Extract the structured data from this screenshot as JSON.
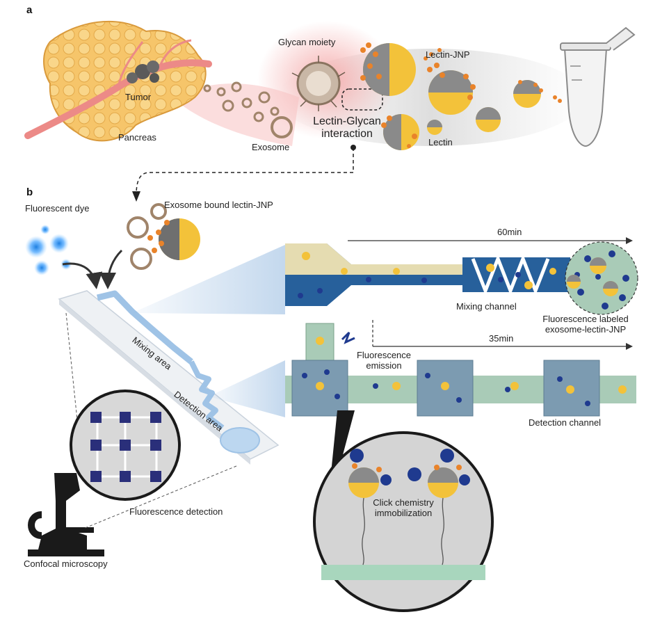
{
  "panel_a": {
    "letter": "a",
    "labels": {
      "tumor": "Tumor",
      "pancreas": "Pancreas",
      "exosome": "Exosome",
      "glycan": "Glycan moiety",
      "lectin_jnp": "Lectin-JNP",
      "interaction_line1": "Lectin-Glycan",
      "interaction_line2": "interaction",
      "lectin": "Lectin"
    }
  },
  "panel_b": {
    "letter": "b",
    "labels": {
      "fluorescent_dye": "Fluorescent dye",
      "exosome_bound": "Exosome bound lectin-JNP",
      "mixing_area": "Mixing area",
      "detection_area": "Detection area",
      "fluorescence_detection": "Fluorescence detection",
      "confocal": "Confocal microscopy",
      "time_mixing": "60min",
      "mixing_channel": "Mixing channel",
      "fluor_labeled_line1": "Fluorescence labeled",
      "fluor_labeled_line2": "exosome-lectin-JNP",
      "time_detection": "35min",
      "fluor_emission_line1": "Fluorescence",
      "fluor_emission_line2": "emission",
      "detection_channel": "Detection channel",
      "click_line1": "Click chemistry",
      "click_line2": "immobilization"
    }
  },
  "colors": {
    "pancreas": "#f6c56a",
    "vessel": "#ec8a87",
    "glow": "#f4a6a6",
    "gold": "#f3c23a",
    "gray": "#8a8a8a",
    "lectin": "#e9832a",
    "navy": "#1f3a8f",
    "channel_cream": "#efe3b2",
    "channel_blue": "#27609b",
    "channel_green": "#a9cbb7",
    "chip_blue": "#9fc3e6",
    "surface_green": "#a8d6bd"
  }
}
